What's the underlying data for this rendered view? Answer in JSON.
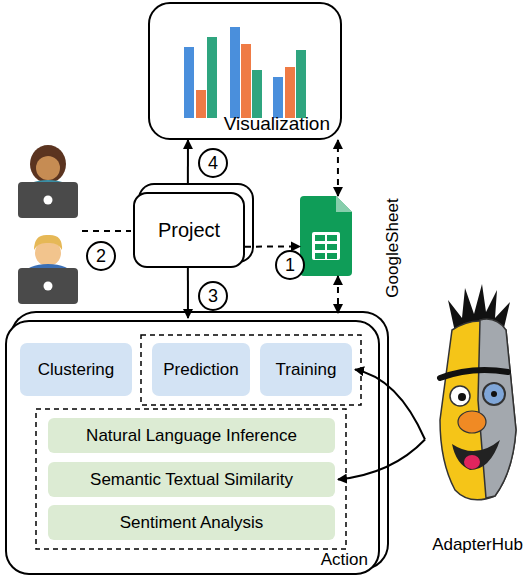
{
  "diagram": {
    "nodes": [
      {
        "text": [
          "Visualization"
        ]
      },
      {
        "text": [
          "Project"
        ]
      },
      {
        "text": [
          "GoogleSheet"
        ]
      },
      {
        "text": [
          "Action"
        ]
      },
      {
        "text": [
          "Clustering"
        ],
        "in": 3
      },
      {
        "text": [
          "Prediction"
        ],
        "in": 3
      },
      {
        "text": [
          "Training"
        ],
        "in": 3
      },
      {
        "text": [
          "Natural Language Inference"
        ],
        "in": 3
      },
      {
        "text": [
          "Semantic Textual Similarity"
        ],
        "in": 3
      },
      {
        "text": [
          "Sentiment Analysis"
        ],
        "in": 3
      },
      {
        "text": [
          "AdapterHub"
        ]
      }
    ],
    "edges": [
      {
        "from": 1,
        "to": 0,
        "label": "4",
        "arrow": "to"
      },
      {
        "from": 1,
        "to": 3,
        "label": "3",
        "arrow": "to"
      },
      {
        "from": 1,
        "to": 2,
        "label": "1",
        "arrow": "to"
      },
      {
        "from": 2,
        "to": 0,
        "arrow": "both"
      },
      {
        "from": 2,
        "to": 3,
        "arrow": "both"
      },
      {
        "from": 10,
        "to": 6,
        "arrow": "to"
      },
      {
        "from": 10,
        "to": 8,
        "arrow": "to"
      }
    ],
    "labels": [
      "2"
    ]
  }
}
